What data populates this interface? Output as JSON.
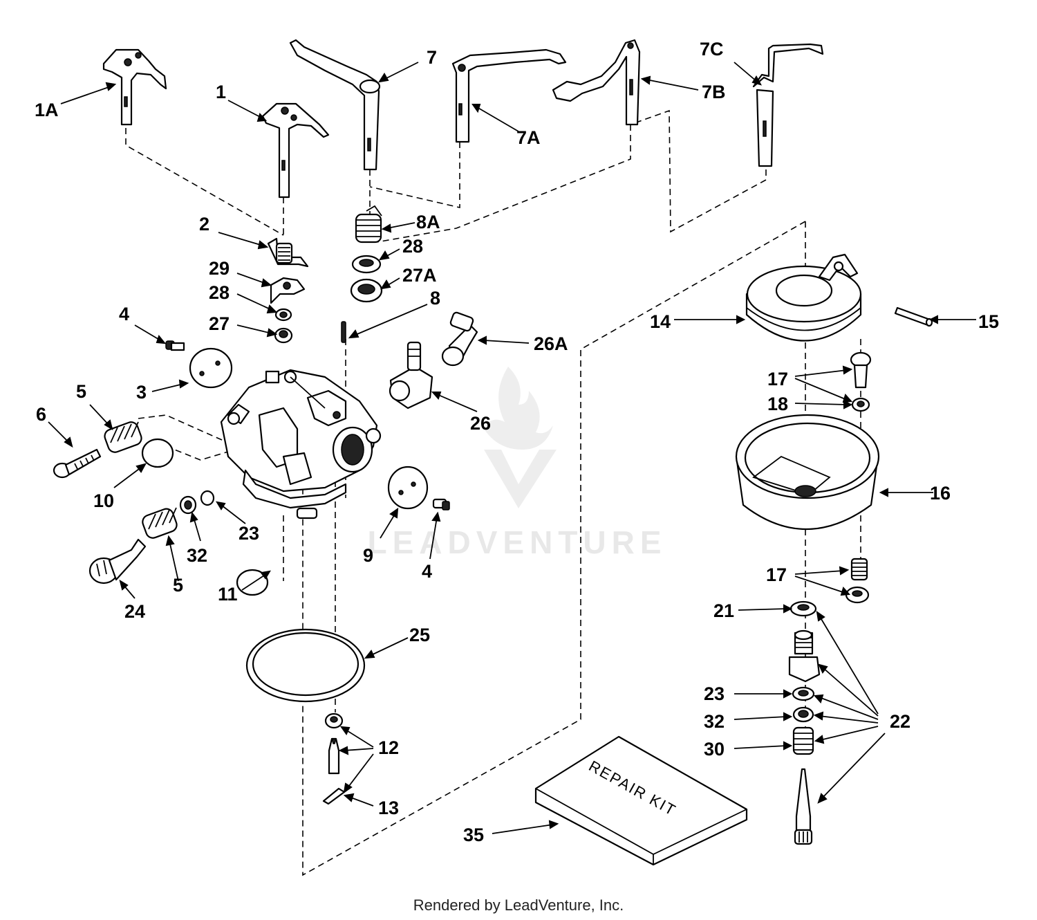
{
  "labels": {
    "l1A": "1A",
    "l1": "1",
    "l7": "7",
    "l7A": "7A",
    "l7B": "7B",
    "l7C": "7C",
    "l2": "2",
    "l8A": "8A",
    "l28a": "28",
    "l29": "29",
    "l27A": "27A",
    "l28b": "28",
    "l8": "8",
    "l4a": "4",
    "l27": "27",
    "l26A": "26A",
    "l3": "3",
    "l5a": "5",
    "l6": "6",
    "l26": "26",
    "l10": "10",
    "l23a": "23",
    "l32a": "32",
    "l9": "9",
    "l4b": "4",
    "l24": "24",
    "l5b": "5",
    "l11": "11",
    "l25": "25",
    "l12": "12",
    "l13": "13",
    "l35": "35",
    "l14": "14",
    "l15": "15",
    "l17a": "17",
    "l18": "18",
    "l16": "16",
    "l17b": "17",
    "l21": "21",
    "l22": "22",
    "l23b": "23",
    "l32b": "32",
    "l30": "30"
  },
  "repair_kit": "REPAIR KIT",
  "watermark": "LEADVENTURE",
  "footer": "Rendered by LeadVenture, Inc."
}
